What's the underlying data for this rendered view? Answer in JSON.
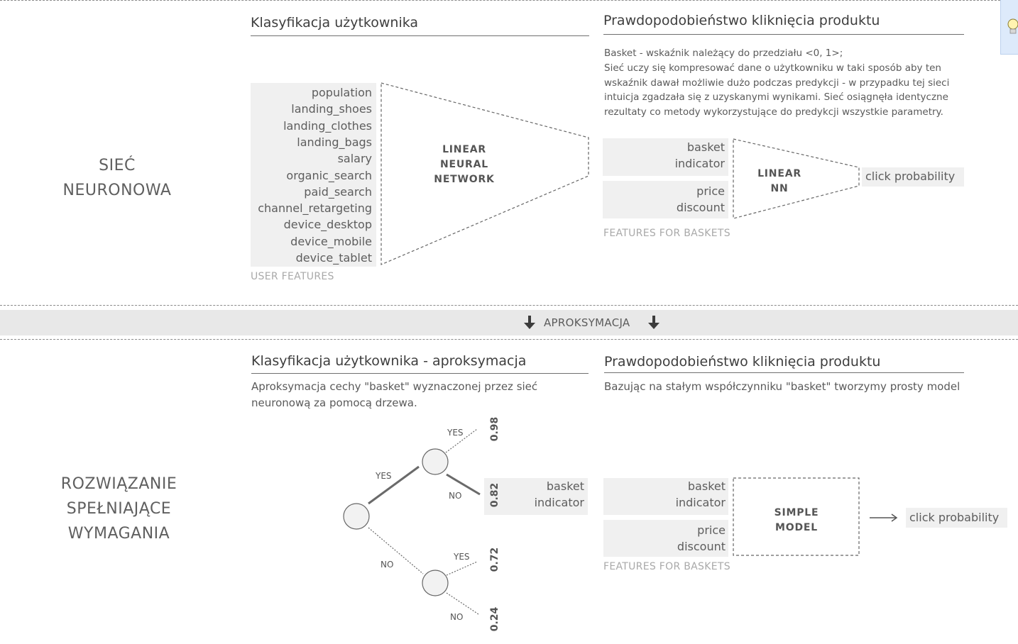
{
  "sections": {
    "top_title": [
      "SIEĆ",
      "NEURONOWA"
    ],
    "bottom_title": [
      "ROZWIĄZANIE",
      "SPEŁNIAJĄCE",
      "WYMAGANIA"
    ]
  },
  "band": {
    "label": "APROKSYMACJA",
    "icon": "arrow-down-icon"
  },
  "top_left": {
    "heading": "Klasyfikacja użytkownika",
    "features": [
      "population",
      "landing_shoes",
      "landing_clothes",
      "landing_bags",
      "salary",
      "organic_search",
      "paid_search",
      "channel_retargeting",
      "device_desktop",
      "device_mobile",
      "device_tablet"
    ],
    "caption": "USER FEATURES",
    "model_label": [
      "LINEAR",
      "NEURAL",
      "NETWORK"
    ]
  },
  "top_right": {
    "heading": "Prawdopodobieństwo kliknięcia produktu",
    "description": [
      "Basket - wskaźnik należący do przedziału <0, 1>;",
      "Sieć uczy się kompresować dane o użytkowniku w taki sposób aby ten",
      "wskaźnik dawał możliwie dużo podczas predykcji - w przypadku tej sieci",
      "intuicja zgadzała się z uzyskanymi wynikami. Sieć osiągnęła identyczne",
      "rezultaty co metody wykorzystujące do predykcji wszystkie parametry."
    ],
    "features": [
      [
        "basket",
        "indicator"
      ],
      [
        "price",
        "discount"
      ]
    ],
    "caption": "FEATURES FOR BASKETS",
    "model_label": [
      "LINEAR",
      "NN"
    ],
    "output": "click probability"
  },
  "bottom_left": {
    "heading": "Klasyfikacja użytkownika - aproksymacja",
    "description": [
      "Aproksymacja cechy \"basket\" wyznaczonej przez sieć",
      "neuronową za pomocą drzewa."
    ],
    "tree": {
      "labels": {
        "yes": "YES",
        "no": "NO"
      },
      "leaves": [
        "0.98",
        "0.82",
        "0.72",
        "0.24"
      ],
      "highlight": [
        "basket",
        "indicator"
      ]
    }
  },
  "bottom_right": {
    "heading": "Prawdopodobieństwo kliknięcia produktu",
    "description": "Bazując na stałym współczynniku \"basket\" tworzymy prosty model",
    "features": [
      [
        "basket",
        "indicator"
      ],
      [
        "price",
        "discount"
      ]
    ],
    "caption": "FEATURES FOR BASKETS",
    "model_label": [
      "SIMPLE",
      "MODEL"
    ],
    "output": "click probability"
  },
  "tab_icon": "lightbulb-icon"
}
